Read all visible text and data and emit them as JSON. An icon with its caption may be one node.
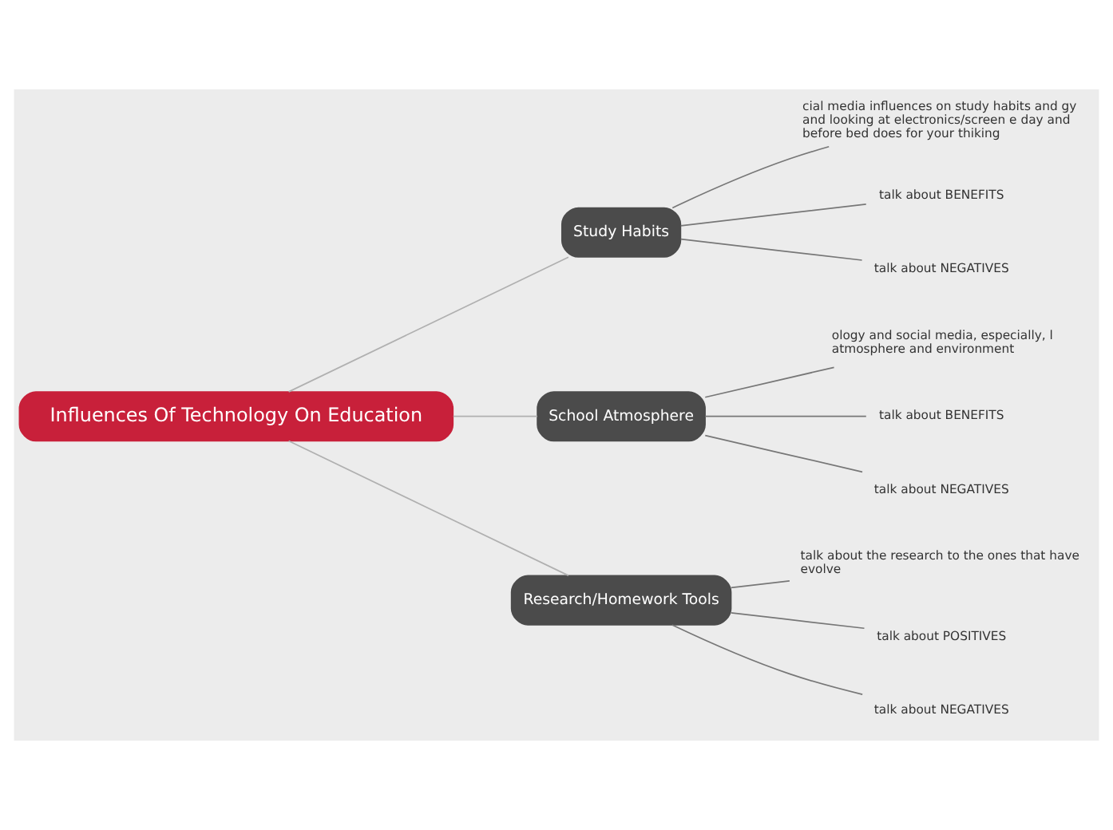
{
  "diagram": {
    "nodes": [
      {
        "text": [
          "Influences Of Technology On Education"
        ]
      },
      {
        "text": [
          "Study Habits"
        ]
      },
      {
        "text": [
          "cial media influences on study habits and gy and looking at electronics/screen e day and before bed does for your thiking"
        ]
      },
      {
        "text": [
          "talk about BENEFITS"
        ]
      },
      {
        "text": [
          "talk about NEGATIVES"
        ]
      },
      {
        "text": [
          "School Atmosphere"
        ]
      },
      {
        "text": [
          "ology and social media, especially, l atmosphere and environment"
        ]
      },
      {
        "text": [
          "talk about BENEFITS"
        ]
      },
      {
        "text": [
          "talk about NEGATIVES"
        ]
      },
      {
        "text": [
          "Research/Homework Tools"
        ]
      },
      {
        "text": [
          "talk about the research to the ones that have evolve"
        ]
      },
      {
        "text": [
          "talk about POSITIVES"
        ]
      },
      {
        "text": [
          "talk about NEGATIVES"
        ]
      }
    ],
    "edges": [
      {
        "from": 0,
        "to": 1,
        "arrow": "none",
        "color": "#b0b0b0"
      },
      {
        "from": 1,
        "to": 2,
        "arrow": "none"
      },
      {
        "from": 1,
        "to": 3,
        "arrow": "none"
      },
      {
        "from": 1,
        "to": 4,
        "arrow": "none"
      },
      {
        "from": 0,
        "to": 5,
        "arrow": "none",
        "color": "#b0b0b0"
      },
      {
        "from": 5,
        "to": 6,
        "arrow": "none"
      },
      {
        "from": 5,
        "to": 7,
        "arrow": "none"
      },
      {
        "from": 5,
        "to": 8,
        "arrow": "none"
      },
      {
        "from": 0,
        "to": 9,
        "arrow": "none",
        "color": "#b0b0b0"
      },
      {
        "from": 9,
        "to": 10,
        "arrow": "none"
      },
      {
        "from": 9,
        "to": 11,
        "arrow": "none"
      },
      {
        "from": 9,
        "to": 12,
        "arrow": "none"
      }
    ]
  }
}
